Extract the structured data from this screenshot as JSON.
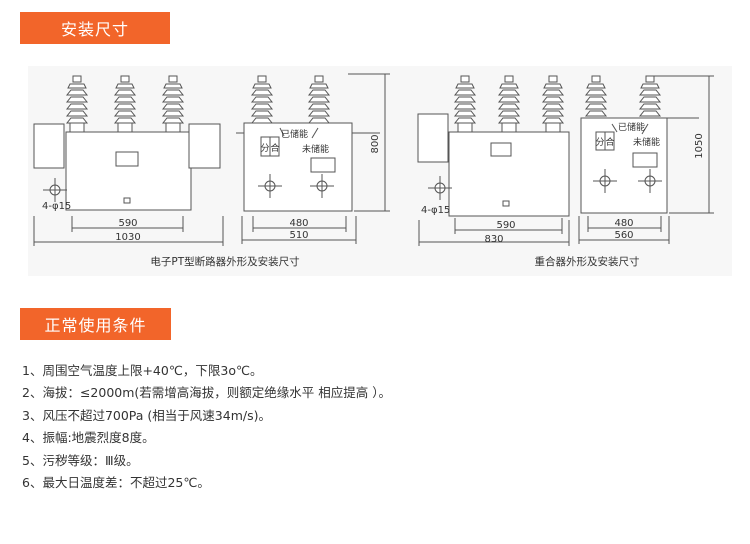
{
  "sections": {
    "install": {
      "title": "安装尺寸"
    },
    "usage": {
      "title": "正常使用条件"
    }
  },
  "drawings": {
    "left": {
      "caption": "电子PT型断路器外形及安装尺寸",
      "dims": {
        "hole": "4-φ15",
        "inner_width": "590",
        "outer_width": "1030",
        "side_inner": "480",
        "side_outer": "510",
        "height": "800"
      },
      "labels": {
        "close": "已储能",
        "open": "未储能",
        "fen": "分",
        "he": "合"
      }
    },
    "right": {
      "caption": "重合器外形及安装尺寸",
      "dims": {
        "hole": "4-φ15",
        "inner_width": "590",
        "outer_width": "830",
        "side_inner": "480",
        "side_outer": "560",
        "height": "1050"
      },
      "labels": {
        "close": "已储能",
        "open": "未储能",
        "fen": "分",
        "he": "合"
      }
    }
  },
  "conditions": [
    "1、周围空气温度上限+40℃，下限3o℃。",
    "2、海拔：≤2000m(若需增高海拔，则额定绝缘水平  相应提高 ）。",
    "3、风压不超过700Pa (相当于风速34m/s)。",
    "4、振幅:地震烈度8度。",
    "5、污秽等级：Ⅲ级。",
    "6、最大日温度差：不超过25℃。"
  ],
  "colors": {
    "banner": "#f2652a",
    "drawing_bg": "#f7f7f7",
    "line": "#555555"
  }
}
